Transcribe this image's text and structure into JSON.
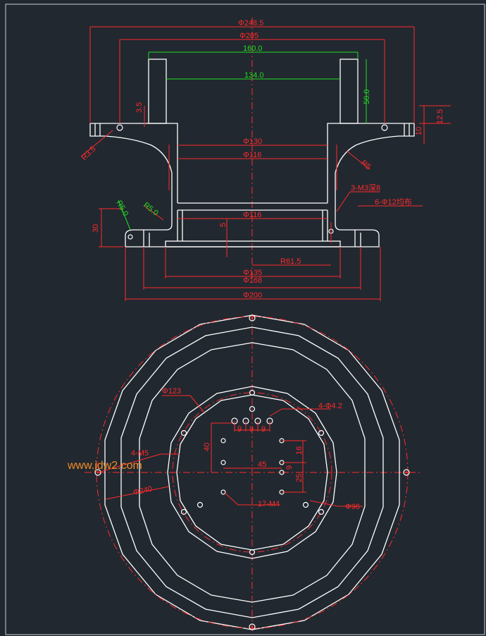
{
  "watermark": "www.jdw2.com",
  "dims": {
    "d248": "Φ248.5",
    "d205": "Φ205",
    "l160": "160.0",
    "l134": "134.0",
    "h3_5": "3.5",
    "h50": "50.0",
    "h12_5": "12.5",
    "h10": "10",
    "r3_5": "R3.5",
    "r5": "R5",
    "d130": "Φ130",
    "d116a": "Φ116",
    "m3": "3-M3深8",
    "holes6": "6-Φ12均布",
    "r5a": "R5.0",
    "r5b": "R5.0",
    "d116b": "Φ116",
    "h30": "30",
    "h5": "5",
    "r61": "R61.5",
    "d135": "Φ135",
    "d168": "Φ168",
    "d200": "Φ200",
    "d123": "Φ123",
    "h4": "4-Φ4.2",
    "s9a": "9",
    "s9b": "9",
    "s9c": "9",
    "h40": "40",
    "m5": "4-M5",
    "h45": "45",
    "h16": "16",
    "h9": "9",
    "h25": "25",
    "d240": "Φ240",
    "m4": "17-M4",
    "d96": "Φ96"
  }
}
